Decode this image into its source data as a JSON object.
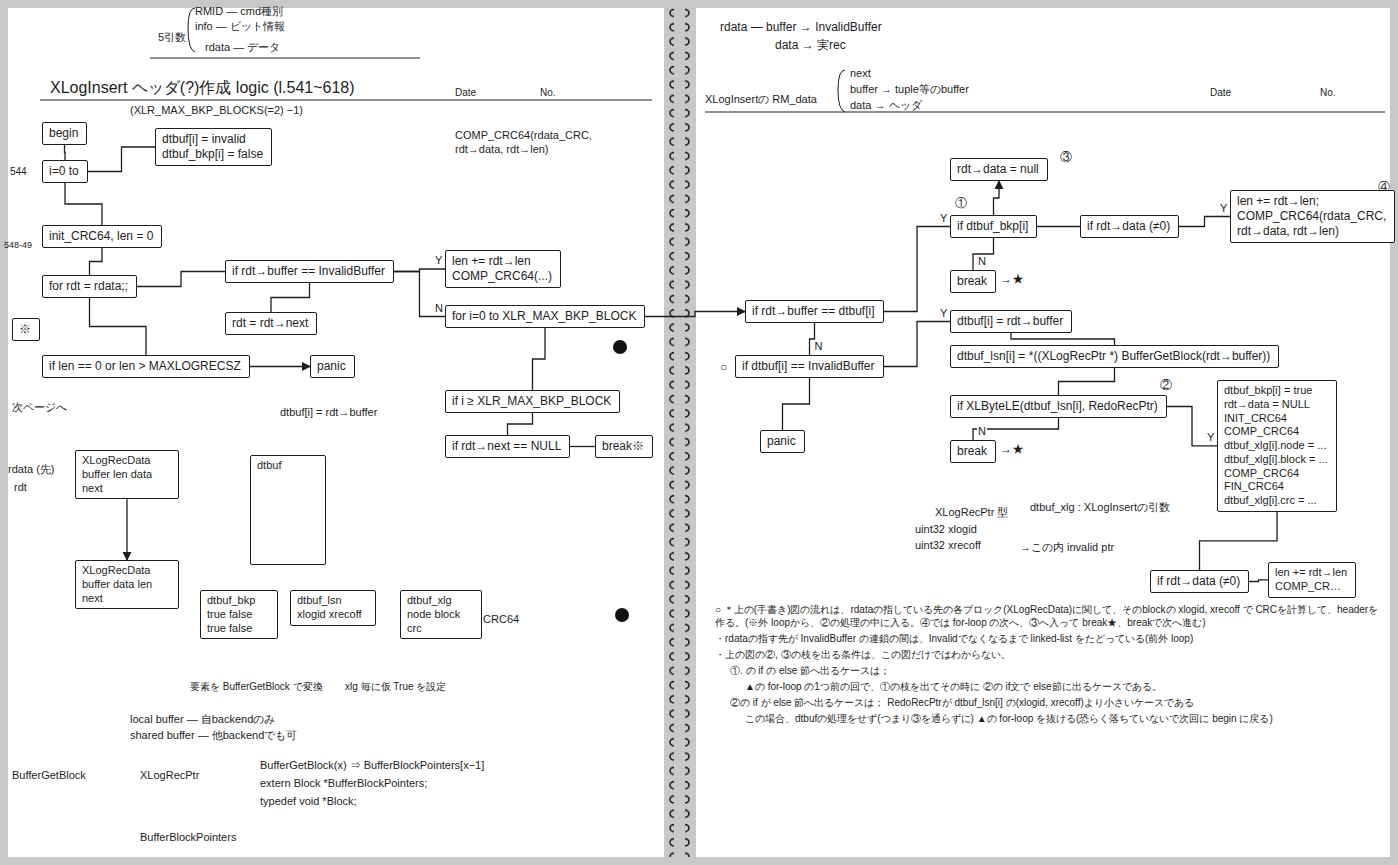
{
  "diagram": {
    "title": "XLogInsert ヘッダ(?)作成 logic (l.541~618)",
    "nodes": [
      {
        "text": [
          "begin"
        ]
      },
      {
        "text": [
          "i=0 to"
        ]
      },
      {
        "text": [
          "dtbuf[i] = invalid",
          "dtbuf_bkp[i] = false"
        ]
      },
      {
        "text": [
          "init_CRC64, len = 0"
        ]
      },
      {
        "text": [
          "for rdt = rdata;;"
        ]
      },
      {
        "text": [
          "if rdt→buffer == InvalidBuffer"
        ]
      },
      {
        "text": [
          "len += rdt→len",
          "COMP_CRC64(...)"
        ]
      },
      {
        "text": [
          "rdt = rdt→next"
        ]
      },
      {
        "text": [
          "for i=0 to XLR_MAX_BKP_BLOCK"
        ]
      },
      {
        "text": [
          "※"
        ]
      },
      {
        "text": [
          "if i ≥ XLR_MAX_BKP_BLOCK"
        ]
      },
      {
        "text": [
          "if rdt→next == NULL"
        ]
      },
      {
        "text": [
          "break※"
        ]
      },
      {
        "text": [
          "if len == 0 or len > MAXLOGRECSZ"
        ]
      },
      {
        "text": [
          "panic"
        ]
      },
      {
        "text": [
          "if rdt→buffer == dtbuf[i]"
        ]
      },
      {
        "text": [
          "if dtbuf_bkp[i]"
        ]
      },
      {
        "text": [
          "if rdt→data (≠0)"
        ]
      },
      {
        "text": [
          "len += rdt→len;",
          "COMP_CRC64(rdata_CRC, rdt→data, rdt→len)"
        ]
      },
      {
        "text": [
          "rdt→data = null"
        ]
      },
      {
        "text": [
          "break"
        ]
      },
      {
        "text": [
          "if dtbuf[i] == InvalidBuffer"
        ]
      },
      {
        "text": [
          "dtbuf[i] = rdt→buffer"
        ]
      },
      {
        "text": [
          "dtbuf_lsn[i] = *((XLogRecPtr *) BufferGetBlock(rdt→buffer))"
        ]
      },
      {
        "text": [
          "if XLByteLE(dtbuf_lsn[i], RedoRecPtr)"
        ]
      },
      {
        "text": [
          "dtbuf_bkp[i] = true",
          "rdt→data = NULL",
          "INIT_CRC64",
          "COMP_CRC64",
          "dtbuf_xlg[i].node = ...",
          "dtbuf_xlg[i].block = ...",
          "COMP_CRC64",
          "FIN_CRC64",
          "dtbuf_xlg[i].crc = ..."
        ]
      },
      {
        "text": [
          "break"
        ]
      },
      {
        "text": [
          "if rdt→data (≠0)"
        ]
      },
      {
        "text": [
          "len += rdt→len",
          "COMP_CR…"
        ]
      },
      {
        "text": [
          "panic"
        ]
      },
      {
        "text": [
          "XLogRecData",
          "buffer len data next"
        ]
      },
      {
        "text": [
          "XLogRecData",
          "buffer data len next"
        ]
      },
      {
        "text": [
          "dtbuf"
        ]
      },
      {
        "text": [
          "dtbuf_bkp",
          "true false true false"
        ]
      },
      {
        "text": [
          "dtbuf_lsn",
          "xlogid xrecoff"
        ]
      },
      {
        "text": [
          "dtbuf_xlg",
          "node block crc"
        ]
      }
    ],
    "edges": [
      {
        "from": 0,
        "to": 1,
        "arrow": "none"
      },
      {
        "from": 1,
        "to": 2,
        "arrow": "none"
      },
      {
        "from": 1,
        "to": 3,
        "arrow": "none"
      },
      {
        "from": 3,
        "to": 4,
        "arrow": "none"
      },
      {
        "from": 4,
        "to": 5,
        "arrow": "none"
      },
      {
        "from": 5,
        "to": 6,
        "label": "Y",
        "arrow": "none"
      },
      {
        "from": 5,
        "to": 8,
        "label": "N",
        "arrow": "none"
      },
      {
        "from": 5,
        "to": 7,
        "arrow": "none"
      },
      {
        "from": 4,
        "to": 13,
        "arrow": "none"
      },
      {
        "from": 13,
        "to": 14,
        "arrow": "to"
      },
      {
        "from": 8,
        "to": 10,
        "arrow": "none"
      },
      {
        "from": 10,
        "to": 11,
        "arrow": "none"
      },
      {
        "from": 11,
        "to": 12,
        "arrow": "none"
      },
      {
        "from": 8,
        "to": 15,
        "arrow": "to"
      },
      {
        "from": 15,
        "to": 16,
        "label": "Y",
        "arrow": "none"
      },
      {
        "from": 15,
        "to": 21,
        "label": "N",
        "arrow": "none"
      },
      {
        "from": 16,
        "to": 17,
        "arrow": "none"
      },
      {
        "from": 17,
        "to": 18,
        "label": "Y",
        "arrow": "none"
      },
      {
        "from": 16,
        "to": 19,
        "arrow": "to"
      },
      {
        "from": 16,
        "to": 20,
        "label": "N",
        "arrow": "none"
      },
      {
        "from": 21,
        "to": 22,
        "label": "Y",
        "arrow": "none"
      },
      {
        "from": 22,
        "to": 23,
        "arrow": "none"
      },
      {
        "from": 23,
        "to": 24,
        "arrow": "none"
      },
      {
        "from": 24,
        "to": 25,
        "label": "Y",
        "arrow": "none"
      },
      {
        "from": 24,
        "to": 26,
        "label": "N",
        "arrow": "none"
      },
      {
        "from": 25,
        "to": 27,
        "arrow": "none"
      },
      {
        "from": 27,
        "to": 28,
        "arrow": "none"
      },
      {
        "from": 21,
        "to": 29,
        "arrow": "none"
      },
      {
        "from": 30,
        "to": 31,
        "arrow": "to"
      }
    ],
    "labels": [
      "RMID — cmd種別",
      "info — ビット情報",
      "5引数",
      "rdata — データ",
      "Date",
      "No.",
      "(XLR_MAX_BKP_BLOCKS(=2) −1)",
      "544",
      "548-49",
      "COMP_CRC64(rdata_CRC, rdt→data, rdt→len)",
      "次ページへ",
      "dtbuf[i] = rdt→buffer",
      "rdata (先)",
      "rdt",
      "要素を BufferGetBlock で変換",
      "xlg 毎に仮 True を設定",
      "local buffer — 自backendのみ",
      "shared buffer — 他backendでも可",
      "BufferGetBlock",
      "XLogRecPtr",
      "BufferGetBlock(x) ⇒ BufferBlockPointers[x−1]",
      "extern Block *BufferBlockPointers;",
      "typedef void *Block;",
      "BufferBlockPointers",
      ".CRC64",
      "rdata — buffer → InvalidBuffer",
      "data → 実rec",
      "XLogInsertの RM_data",
      "next",
      "buffer → tuple等のbuffer",
      "data → ヘッダ",
      "Date",
      "No.",
      "③",
      "①",
      "④",
      "→★",
      "○",
      "②",
      "→★",
      "XLogRecPtr 型",
      "uint32 xlogid",
      "uint32 xrecoff",
      "dtbuf_xlg : XLogInsertの引数",
      "→この内 invalid ptr",
      "○ ＊上の(手書き)図の流れは、rdataの指している先の各ブロック(XLogRecData)に関して、そのblockの xlogid, xrecoff で CRCを計算して、headerを作る。(※外 loopから、②の処理の中に入る。④では for-loop の次へ、③へ入って break★、breakで次へ進む)",
      "・rdataの指す先が InvalidBuffer の連鎖の間は、Invalidでなくなるまで linked-list をたどっている(前外 loop)",
      "・上の図の②, ③の枝を出る条件は、この図だけではわからない。",
      "①. の if の else 節へ出るケースは；",
      "▲の for-loop の1つ前の回で、①の枝を出てその時に ②の if文で else節に出るケースである。",
      "②の if が else 節へ出るケースは； RedoRecPtrが dtbuf_lsn[i] の(xlogid, xrecoff)より小さいケースである",
      "この場合、dtbufの処理をせず(つまり③を通らずに) ▲の for-loop を抜ける(恐らく落ちていないで次回に begin に戻る)"
    ]
  }
}
